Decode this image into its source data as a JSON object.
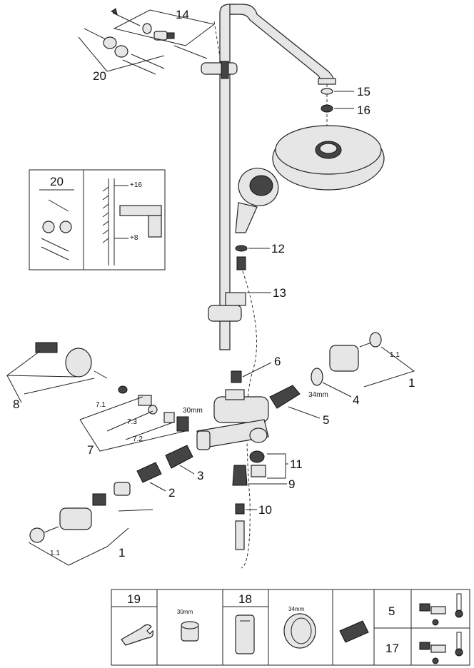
{
  "callouts": {
    "c14": "14",
    "c20": "20",
    "c15": "15",
    "c16": "16",
    "c12": "12",
    "c13": "13",
    "c6": "6",
    "c1_1_right": "1.1",
    "c1_right": "1",
    "c4": "4",
    "c34mm": "34mm",
    "c5": "5",
    "c8": "8",
    "c7_1": "7.1",
    "c7_3": "7.3",
    "c7_2": "7.2",
    "c7": "7",
    "c30mm": "30mm",
    "c3": "3",
    "c11": "11",
    "c9": "9",
    "c2": "2",
    "c10": "10",
    "c1_1_left": "1.1",
    "c1_left": "1"
  },
  "inset": {
    "number": "20",
    "dim_top": "+16",
    "dim_bottom": "+8"
  },
  "tool_table": {
    "cell_19": "19",
    "cell_30mm": "30mm",
    "cell_18": "18",
    "cell_34mm": "34mm",
    "cell_5": "5",
    "cell_17": "17"
  }
}
